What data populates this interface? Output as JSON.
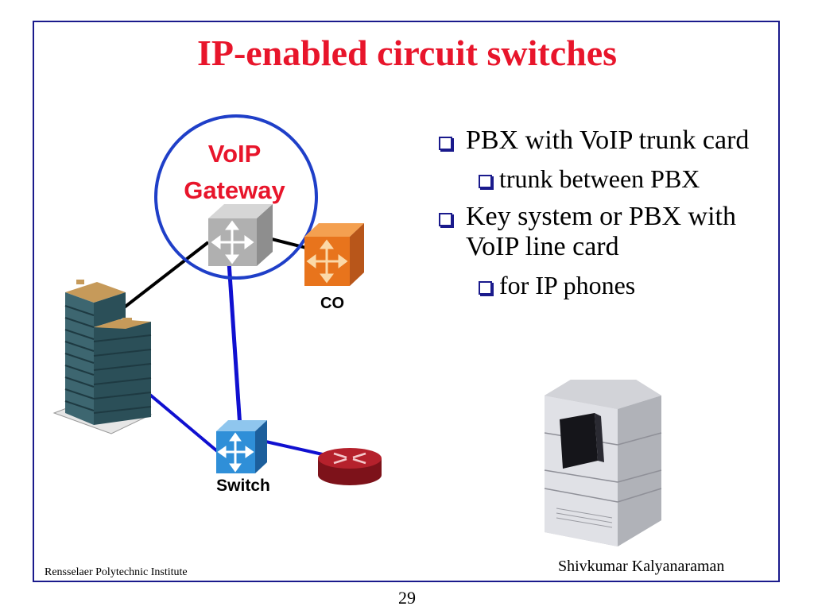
{
  "slide": {
    "title": "IP-enabled circuit switches",
    "page_number": "29",
    "footer_left": "Rensselaer Polytechnic Institute",
    "footer_right": "Shivkumar Kalyanaraman"
  },
  "bullets": [
    {
      "level": 1,
      "text": "PBX with VoIP trunk card"
    },
    {
      "level": 2,
      "text": "trunk between PBX"
    },
    {
      "level": 1,
      "text": "Key system or PBX with VoIP line card"
    },
    {
      "level": 2,
      "text": "for IP phones"
    }
  ],
  "diagram": {
    "gateway_label_line1": "VoIP",
    "gateway_label_line2": "Gateway",
    "co_label": "CO",
    "switch_label": "Switch"
  },
  "colors": {
    "title": "#e8152b",
    "frame": "#1a1a8c",
    "link_blue": "#1010d0",
    "gateway_circle": "#1f3fc8",
    "co_orange": "#e8741c",
    "switch_blue": "#2f8fd8",
    "router_red": "#9c1822",
    "building": "#3d6670"
  },
  "icons": [
    "pbx-icon",
    "co-switch-icon",
    "ethernet-switch-icon",
    "router-icon",
    "building-icon",
    "pbx-cabinet-photo"
  ]
}
